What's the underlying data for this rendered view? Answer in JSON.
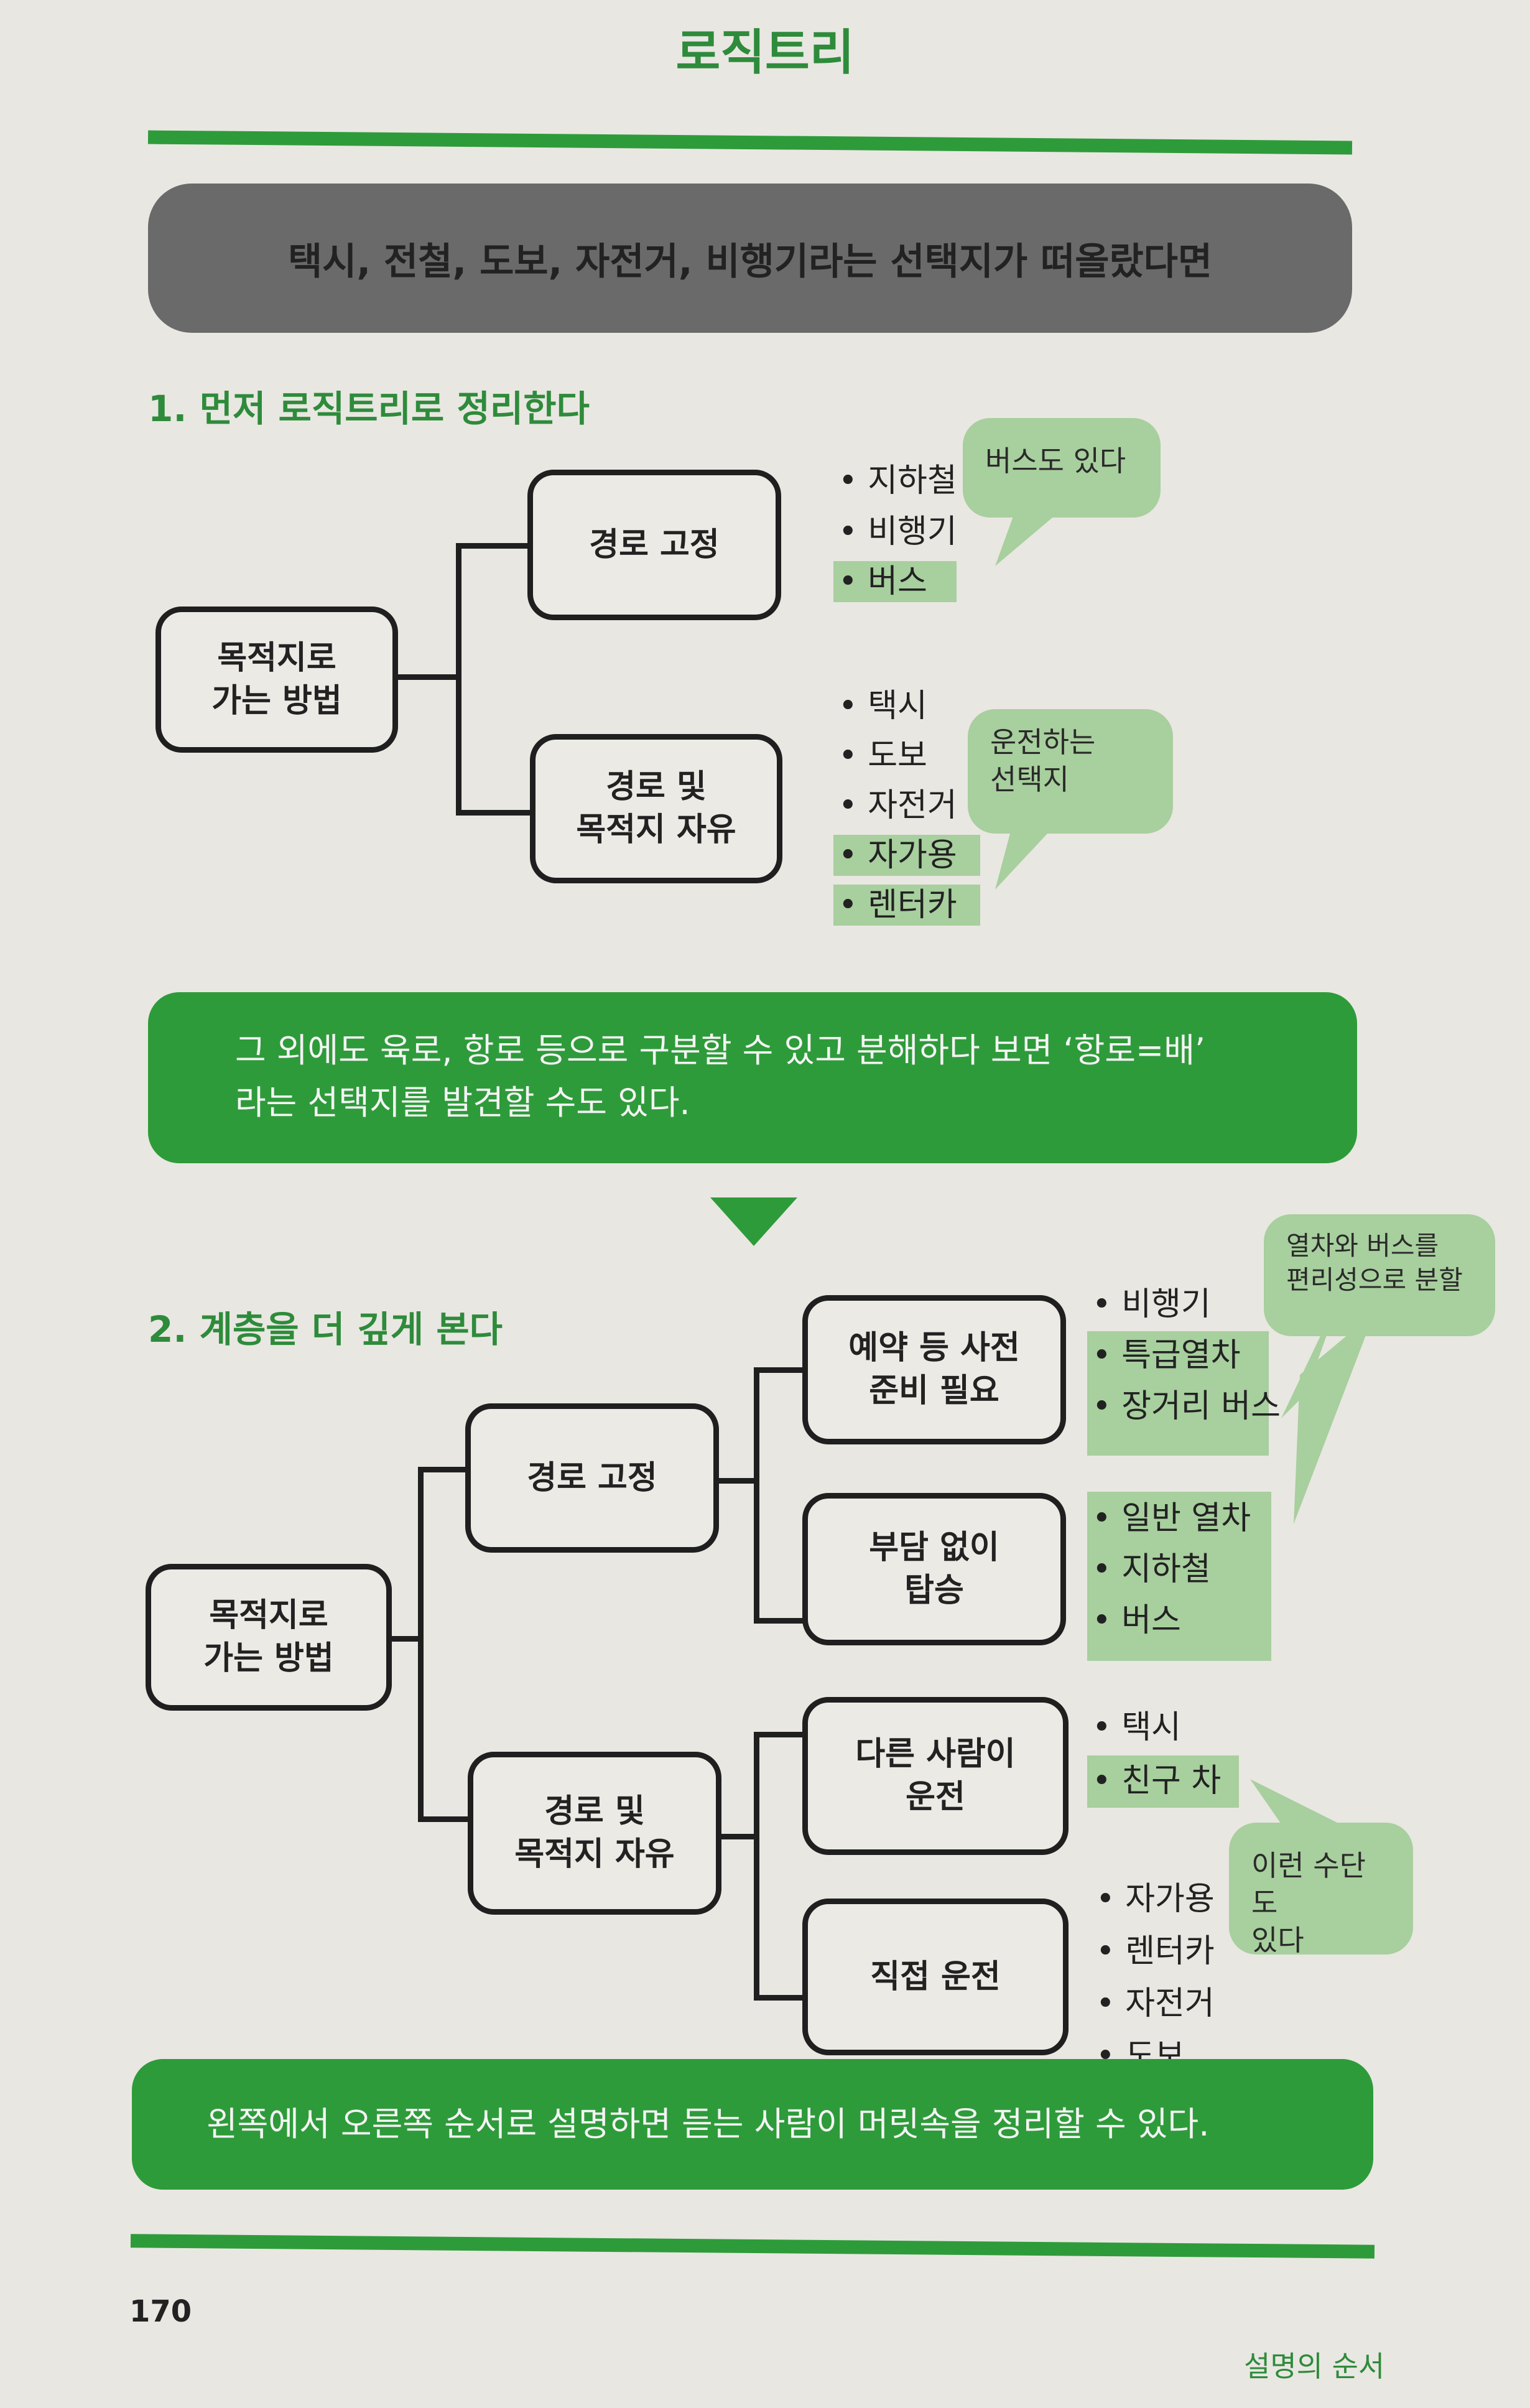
{
  "title": "로직트리",
  "top_banner": "택시, 전철, 도보, 자전거, 비행기라는 선택지가 떠올랐다면",
  "section1": {
    "heading": "1. 먼저 로직트리로 정리한다",
    "root": "목적지로\n가는 방법",
    "branch_fixed": "경로 고정",
    "branch_free": "경로 및\n목적지 자유",
    "fixed_items": [
      "• 지하철",
      "• 비행기",
      "• 버스"
    ],
    "free_items": [
      "• 택시",
      "• 도보",
      "• 자전거",
      "• 자가용",
      "• 렌터카"
    ],
    "callout_bus": "버스도 있다",
    "callout_drive": "운전하는\n선택지"
  },
  "mid_banner": {
    "line1": "그 외에도 육로, 항로 등으로 구분할 수 있고 분해하다 보면 ‘항로=배’",
    "line2": "라는 선택지를 발견할 수도 있다."
  },
  "section2": {
    "heading": "2. 계층을 더 깊게 본다",
    "root": "목적지로\n가는 방법",
    "branch_fixed": "경로 고정",
    "branch_free": "경로 및\n목적지 자유",
    "leaf_reserve": "예약 등 사전\n준비 필요",
    "leaf_noburden": "부담 없이\n탑승",
    "leaf_other": "다른 사람이\n운전",
    "leaf_self": "직접 운전",
    "reserve_items": [
      "• 비행기",
      "• 특급열차",
      "• 장거리 버스"
    ],
    "noburden_items": [
      "• 일반 열차",
      "• 지하철",
      "• 버스"
    ],
    "other_items": [
      "• 택시",
      "• 친구 차"
    ],
    "self_items": [
      "• 자가용",
      "• 렌터카",
      "• 자전거",
      "• 도보"
    ],
    "callout_train": "열차와 버스를\n편리성으로 분할",
    "callout_means": "이런 수단도\n있다"
  },
  "bottom_banner": "왼쪽에서 오른쪽 순서로 설명하면 듣는 사람이 머릿속을 정리할 수 있다.",
  "page_number": "170",
  "footer_title": "설명의 순서",
  "colors": {
    "green": "#2e9b3a",
    "light_green": "#a8cf9e",
    "gray_banner": "#6a6a6a"
  }
}
